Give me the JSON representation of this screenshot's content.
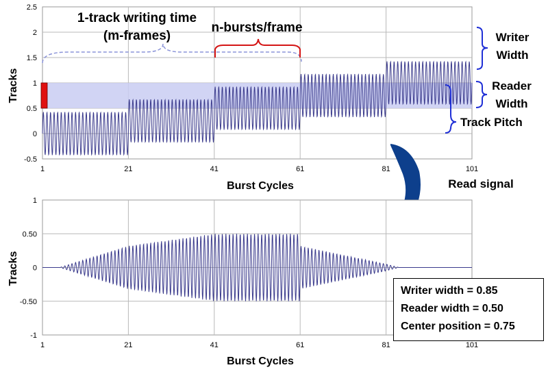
{
  "annotations": {
    "writing_time_line1": "1-track writing time",
    "writing_time_line2": "(m-frames)",
    "bursts_per_frame": "n-bursts/frame",
    "writer_width_line1": "Writer",
    "writer_width_line2": "Width",
    "reader_width_line1": "Reader",
    "reader_width_line2": "Width",
    "track_pitch": "Track Pitch",
    "read_signal": "Read signal"
  },
  "info_box": {
    "writer_width": "Writer width  = 0.85",
    "reader_width": "Reader width = 0.50",
    "center_position": "Center position = 0.75"
  },
  "colors": {
    "signal": "#3a3a8c",
    "reader_band": "#c9cdf2",
    "brace_blue": "#1f2fd6",
    "bracket_red": "#d41414",
    "dashed_brace": "#8a93d8",
    "arrow": "#0d3f8c",
    "marker": "#e01010"
  },
  "chart_data": [
    {
      "type": "line",
      "name": "writer_tracks",
      "xlabel": "Burst Cycles",
      "ylabel": "Tracks",
      "xlim": [
        1,
        101
      ],
      "ylim": [
        -0.5,
        2.5
      ],
      "xticks": [
        "1",
        "21",
        "41",
        "61",
        "81",
        "101"
      ],
      "yticks": [
        "-0.5",
        "0",
        "0.5",
        "1",
        "1.5",
        "2",
        "2.5"
      ],
      "grid": true,
      "frames": [
        {
          "x_start": 1,
          "x_end": 21,
          "center": 0.0,
          "amplitude": 0.425
        },
        {
          "x_start": 21,
          "x_end": 41,
          "center": 0.25,
          "amplitude": 0.425
        },
        {
          "x_start": 41,
          "x_end": 61,
          "center": 0.5,
          "amplitude": 0.425
        },
        {
          "x_start": 61,
          "x_end": 81,
          "center": 0.75,
          "amplitude": 0.425
        },
        {
          "x_start": 81,
          "x_end": 101,
          "center": 1.0,
          "amplitude": 0.425
        }
      ],
      "reader_band": [
        0.5,
        1.0
      ],
      "marker_range_y": [
        0.5,
        1.0
      ]
    },
    {
      "type": "line",
      "name": "read_signal",
      "xlabel": "Burst Cycles",
      "ylabel": "Tracks",
      "xlim": [
        1,
        101
      ],
      "ylim": [
        -1,
        1
      ],
      "xticks": [
        "1",
        "21",
        "41",
        "61",
        "81",
        "101"
      ],
      "yticks": [
        "-1",
        "-0.50",
        "0",
        "0.50",
        "1"
      ],
      "grid": true,
      "segments": [
        {
          "x_start": 1,
          "x_end": 5,
          "amp_start": 0.0,
          "amp_end": 0.0
        },
        {
          "x_start": 5,
          "x_end": 21,
          "amp_start": 0.0,
          "amp_end": 0.32
        },
        {
          "x_start": 21,
          "x_end": 41,
          "amp_start": 0.32,
          "amp_end": 0.5
        },
        {
          "x_start": 41,
          "x_end": 61,
          "amp_start": 0.5,
          "amp_end": 0.5
        },
        {
          "x_start": 61,
          "x_end": 81,
          "amp_start": 0.32,
          "amp_end": 0.05
        },
        {
          "x_start": 81,
          "x_end": 84,
          "amp_start": 0.05,
          "amp_end": 0.0
        },
        {
          "x_start": 84,
          "x_end": 101,
          "amp_start": 0.0,
          "amp_end": 0.0
        }
      ]
    }
  ]
}
